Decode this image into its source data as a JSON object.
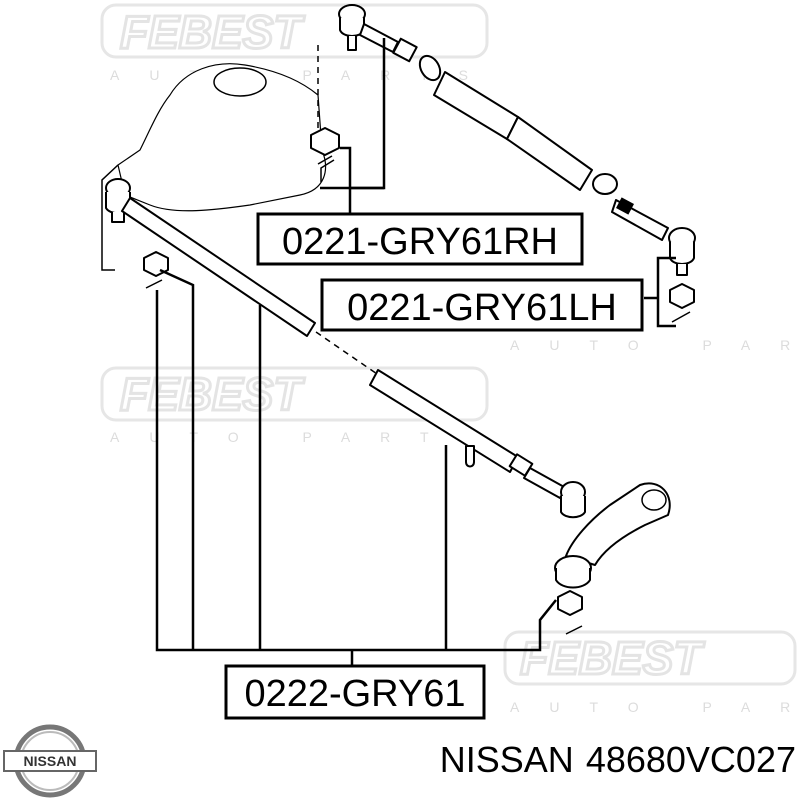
{
  "watermark": {
    "brand": "FEBEST",
    "sub": "AUTO PARTS"
  },
  "labels": {
    "rh": "0221-GRY61RH",
    "lh": "0221-GRY61LH",
    "center": "0222-GRY61"
  },
  "logo": {
    "text": "NISSAN"
  },
  "caption": {
    "brand": "NISSAN",
    "part_number": "48680VC027"
  }
}
